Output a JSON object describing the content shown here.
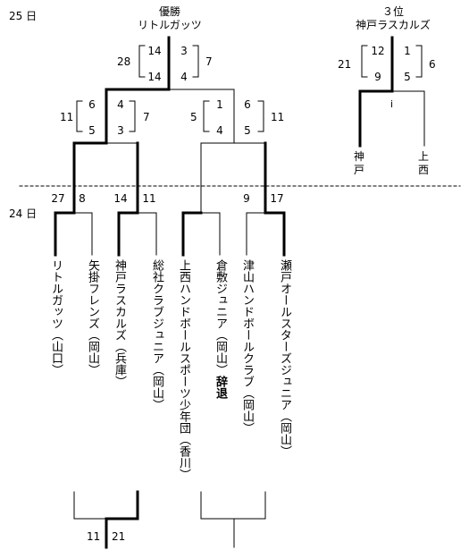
{
  "day_labels": {
    "day25": "25 日",
    "day24": "24 日"
  },
  "champion": {
    "caption": "優勝",
    "team": "リトルガッツ"
  },
  "third_place": {
    "caption": "３位",
    "team": "神戸ラスカルズ"
  },
  "final": {
    "left_halves": [
      "14",
      "14"
    ],
    "left_total": "28",
    "right_halves": [
      "3",
      "4"
    ],
    "right_total": "7"
  },
  "third_match": {
    "left_halves": [
      "12",
      "9"
    ],
    "left_total": "21",
    "right_halves": [
      "1",
      "5"
    ],
    "right_total": "6",
    "marker": "i",
    "side_left": [
      "神",
      "戸"
    ],
    "side_right": [
      "上",
      "西"
    ]
  },
  "semi_left": {
    "left_halves": [
      "6",
      "5"
    ],
    "left_total": "11",
    "right_halves": [
      "4",
      "3"
    ],
    "right_total": "7"
  },
  "semi_right": {
    "left_halves": [
      "1",
      "4"
    ],
    "left_total": "5",
    "right_halves": [
      "6",
      "5"
    ],
    "right_total": "11"
  },
  "round1_scores": [
    "27",
    "8",
    "14",
    "11",
    "9",
    "17"
  ],
  "teams": [
    {
      "name": "リトルガッツ",
      "pref": "（山口）",
      "note": ""
    },
    {
      "name": "矢掛フレンズ",
      "pref": "（岡山）",
      "note": ""
    },
    {
      "name": "神戸ラスカルズ",
      "pref": "（兵庫）",
      "note": ""
    },
    {
      "name": "総社クラブジュニア",
      "pref": "（岡山）",
      "note": ""
    },
    {
      "name": "上西ハンドボールスポーツ少年団",
      "pref": "（香川）",
      "note": ""
    },
    {
      "name": "倉敷ジュニア",
      "pref": "（岡山）",
      "note": "辞退"
    },
    {
      "name": "津山ハンドボールクラブ",
      "pref": "（岡山）",
      "note": ""
    },
    {
      "name": "瀬戸オールスターズジュニア",
      "pref": "（岡山）",
      "note": ""
    }
  ],
  "bottom_scores": [
    "11",
    "21"
  ]
}
